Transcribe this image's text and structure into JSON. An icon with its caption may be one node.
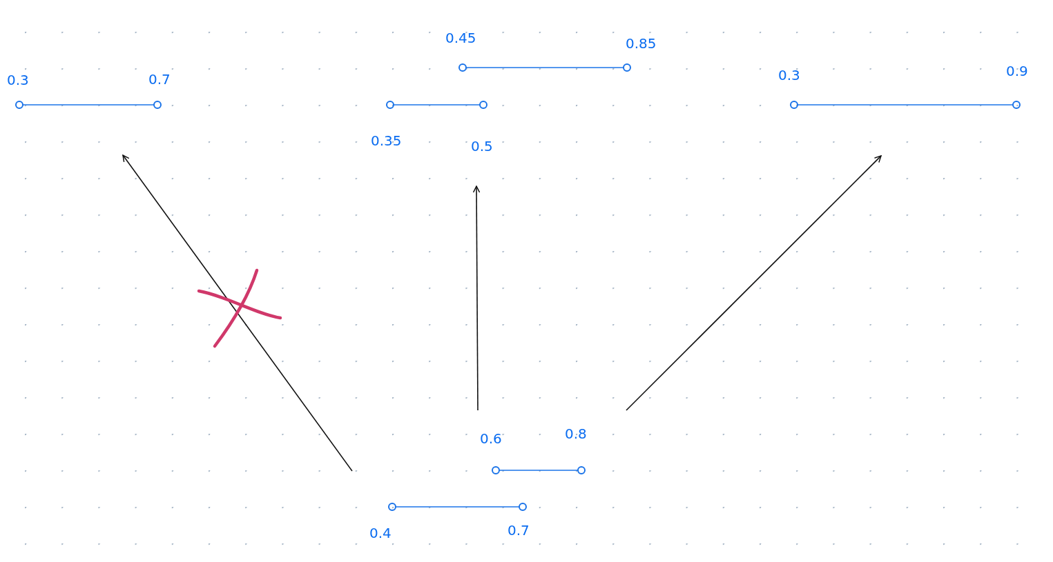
{
  "diagram": {
    "nodes": [
      {
        "text": [
          "0.3",
          "0.7"
        ]
      },
      {
        "text": [
          "0.45",
          "0.85",
          "0.35",
          "0.5"
        ]
      },
      {
        "text": [
          "0.3",
          "0.9"
        ]
      },
      {
        "text": [
          "0.6",
          "0.8",
          "0.4",
          "0.7"
        ]
      }
    ],
    "edges": [
      {
        "from": 3,
        "to": 0,
        "arrow": "to"
      },
      {
        "from": 3,
        "to": 1,
        "arrow": "to"
      },
      {
        "from": 3,
        "to": 2,
        "arrow": "to"
      }
    ]
  }
}
